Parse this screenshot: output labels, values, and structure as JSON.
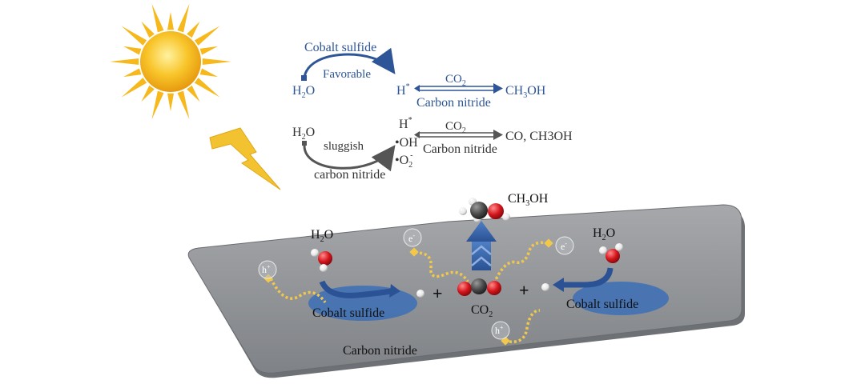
{
  "colors": {
    "blue": "#2e5597",
    "dark_gray": "#555555",
    "plate": "#8c8f93",
    "cobalt_patch": "#3f6fb5",
    "sun": "#f6b81a",
    "lightning": "#f2c230",
    "electron_path": "#f2c84b",
    "oxygen": "#d4161c",
    "carbon": "#4a4a4a",
    "hydrogen": "#f0f0f0"
  },
  "icons": [
    "sun-icon",
    "lightning-icon",
    "molecule-icon"
  ],
  "reaction_favorable": {
    "catalyst_top": "Cobalt sulfide",
    "label": "Favorable",
    "reactant": "H",
    "reactant_sub": "2",
    "reactant_tail": "O",
    "intermediate": "H",
    "intermediate_sup": "*",
    "gas": "CO",
    "gas_sub": "2",
    "catalyst_bottom": "Carbon nitride",
    "product": "CH",
    "product_sub": "3",
    "product_tail": "OH"
  },
  "reaction_sluggish": {
    "reactant": "H",
    "reactant_sub": "2",
    "reactant_tail": "O",
    "label": "sluggish",
    "catalyst_bottom": "carbon nitride",
    "intermediate_1": "H",
    "intermediate_1_sup": "*",
    "intermediate_2": "•OH",
    "intermediate_3": "•O",
    "intermediate_3_sub": "2",
    "intermediate_3_sup": "-",
    "gas": "CO",
    "gas_sub": "2",
    "catalyst_mid": "Carbon nitride",
    "product": "CO, CH3OH"
  },
  "surface": {
    "plate_label": "Carbon nitride",
    "cobalt_left": "Cobalt sulfide",
    "cobalt_right": "Cobalt sulfide",
    "water_left": "H",
    "water_left_sub": "2",
    "water_left_tail": "O",
    "water_right": "H",
    "water_right_sub": "2",
    "water_right_tail": "O",
    "methanol": "CH",
    "methanol_sub": "3",
    "methanol_tail": "OH",
    "co2": "CO",
    "co2_sub": "2",
    "hole": "h",
    "hole_sup": "+",
    "electron": "e",
    "electron_sup": "-",
    "plus": "+"
  }
}
